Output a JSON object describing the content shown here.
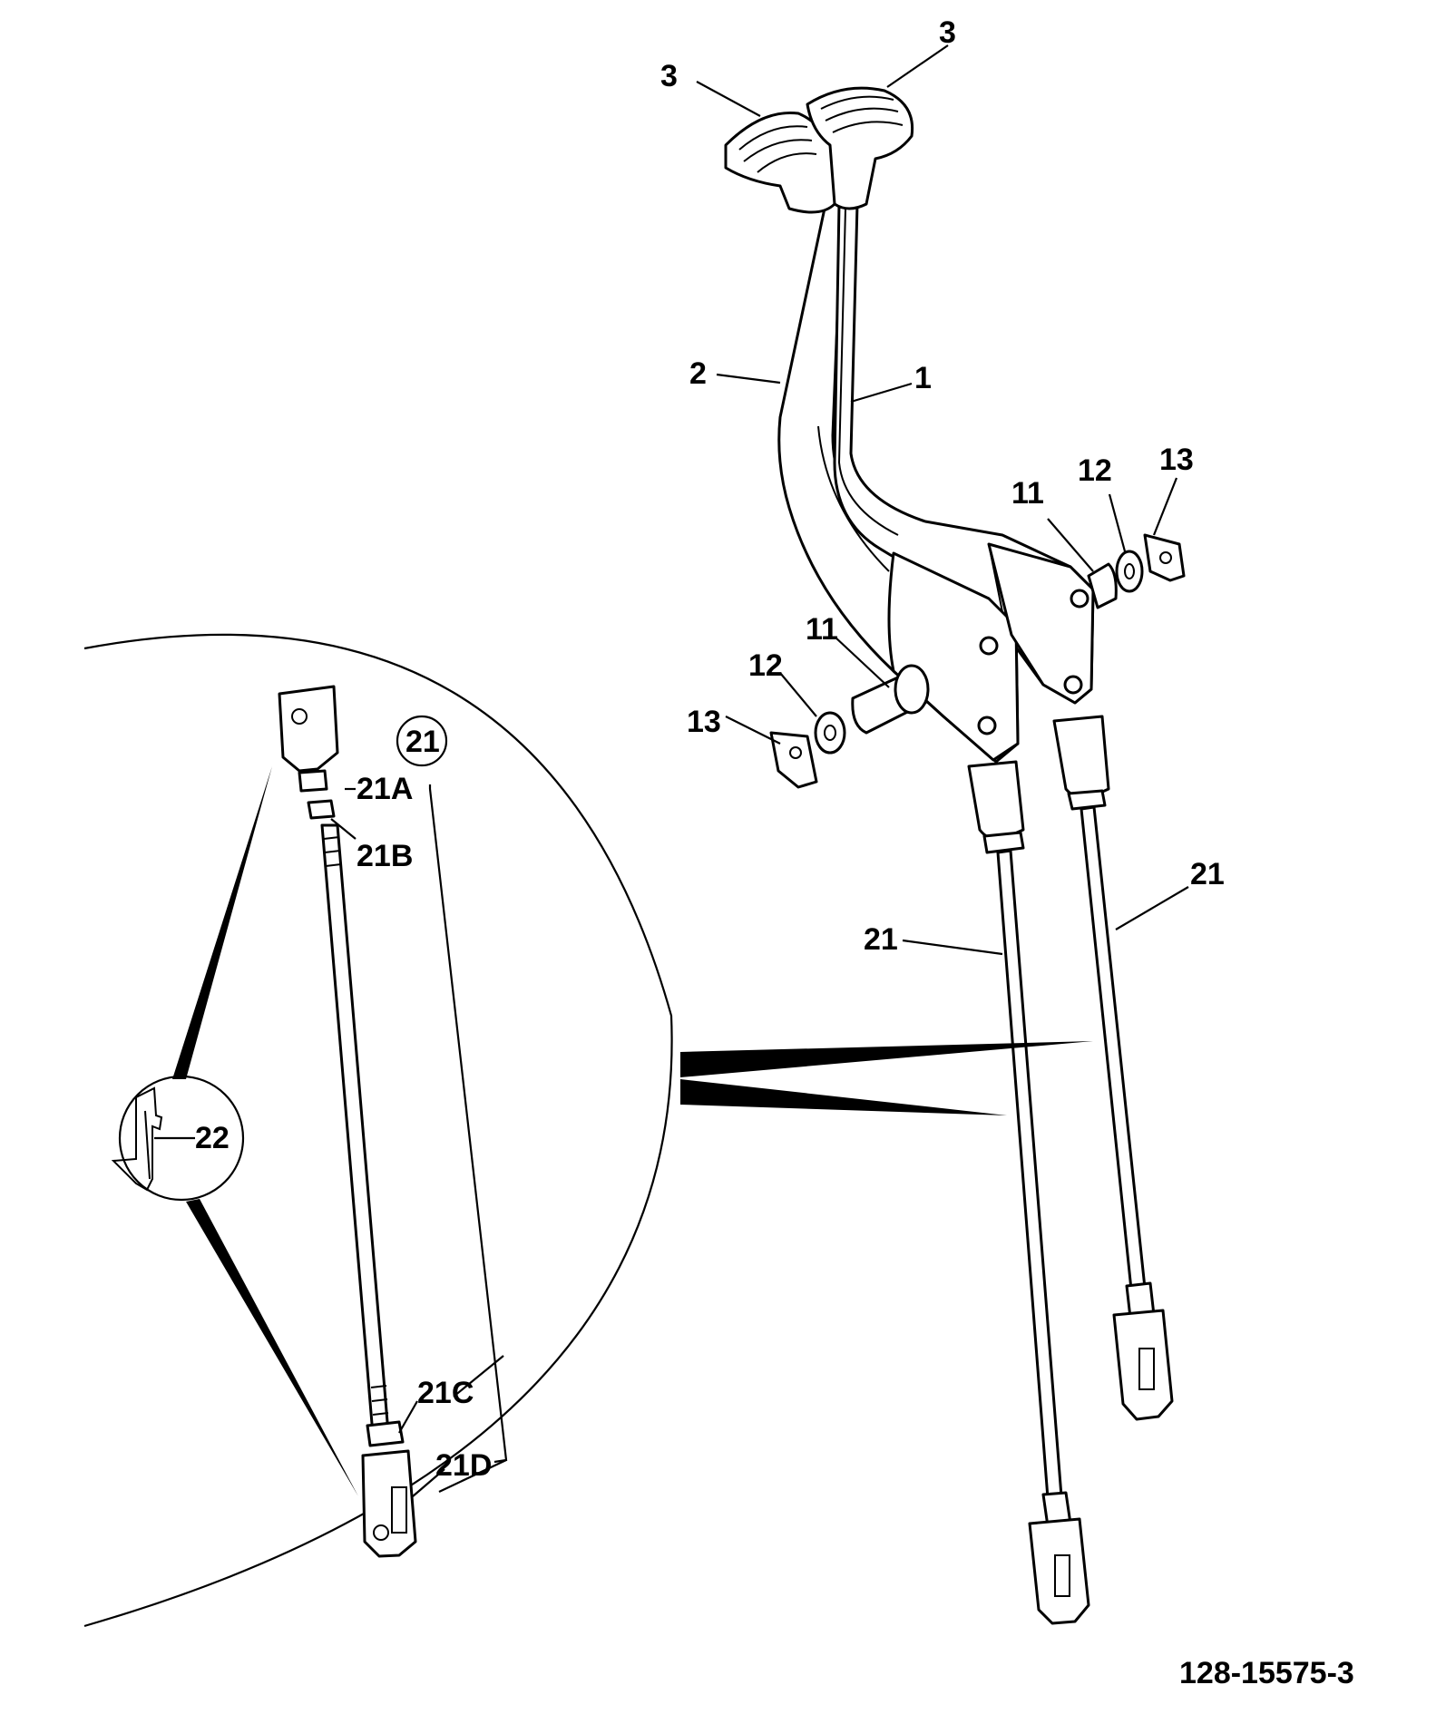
{
  "diagram": {
    "reference_code": "128-15575-3",
    "callouts": {
      "pedal_right": "1",
      "pedal_left": "2",
      "pad_left": "3",
      "pad_right": "3",
      "pin_right": "11",
      "washer_right": "12",
      "clip_right": "13",
      "pin_left": "11",
      "washer_left": "12",
      "clip_left": "13",
      "rod_left": "21",
      "rod_right": "21",
      "detail_rod_assembly": "21",
      "clevis_top": "21A",
      "nut_top": "21B",
      "nut_bottom": "21C",
      "clevis_bottom": "21D",
      "spring_clip": "22"
    }
  }
}
